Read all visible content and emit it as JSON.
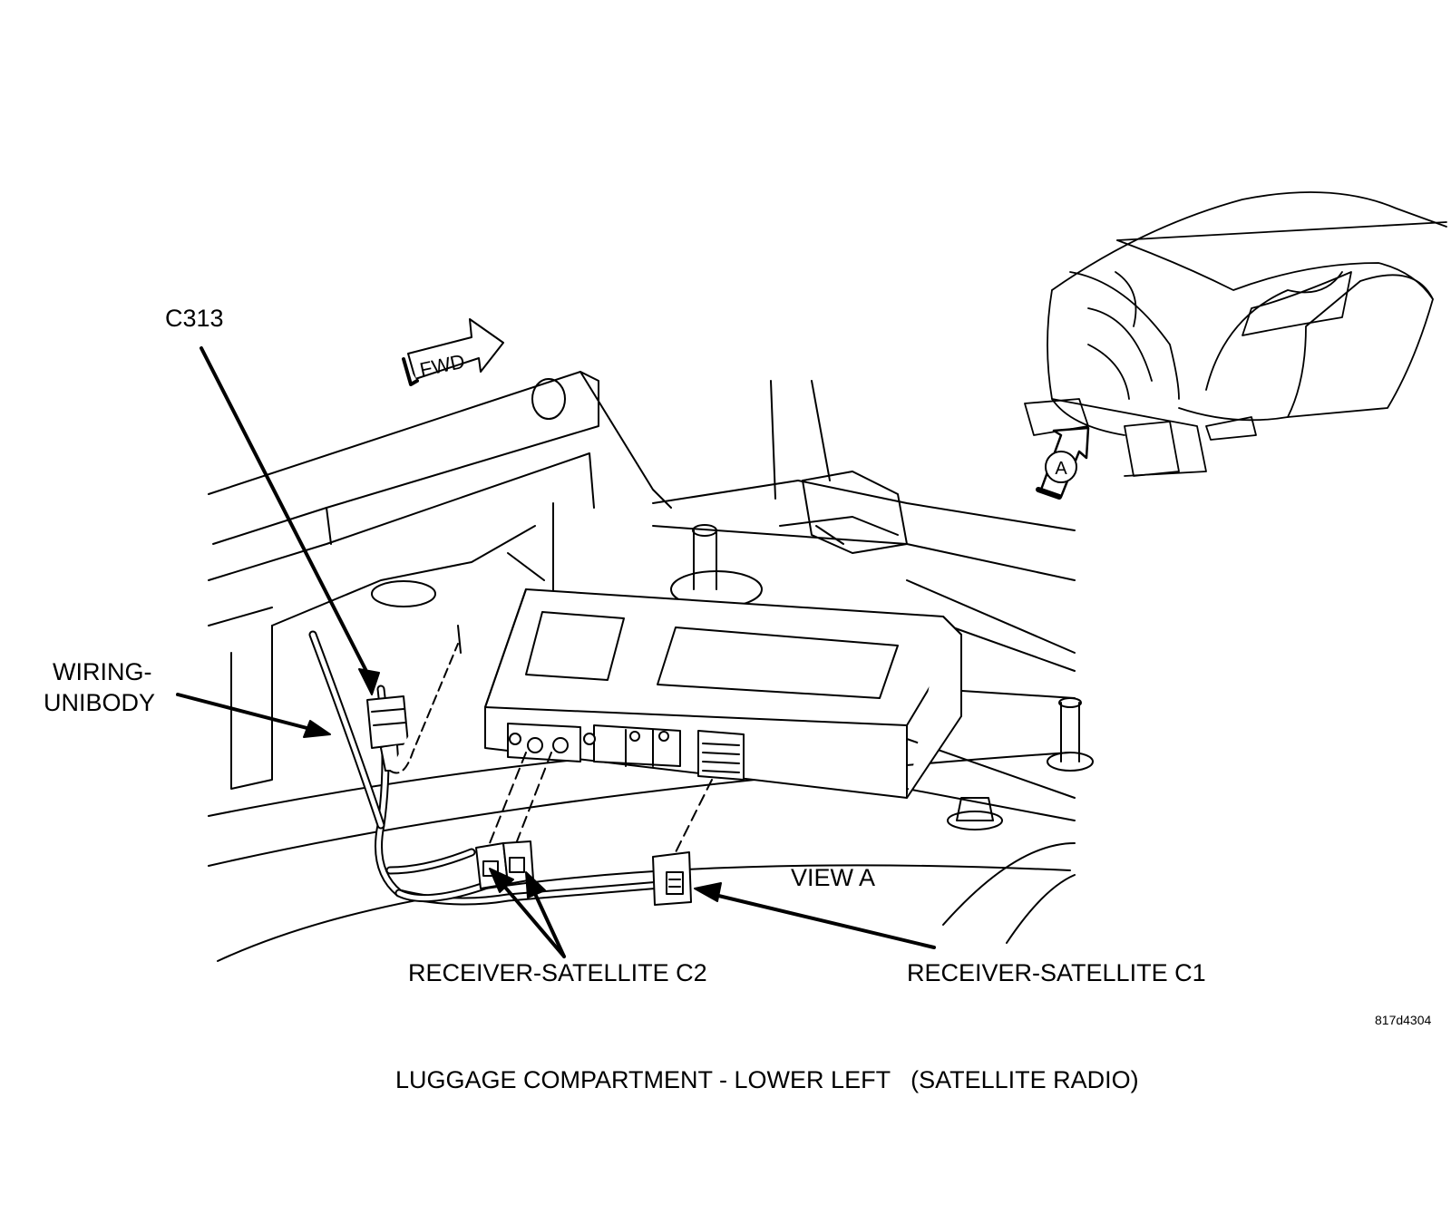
{
  "labels": {
    "c313": "C313",
    "fwd": "FWD",
    "wiring_line1": "WIRING-",
    "wiring_line2": "UNIBODY",
    "view_a": "VIEW A",
    "receiver_c2": "RECEIVER-SATELLITE C2",
    "receiver_c1": "RECEIVER-SATELLITE C1",
    "figure_code": "817d4304",
    "caption": "LUGGAGE COMPARTMENT - LOWER LEFT   (SATELLITE RADIO)",
    "view_marker": "A"
  },
  "colors": {
    "ink": "#000000",
    "paper": "#ffffff"
  }
}
